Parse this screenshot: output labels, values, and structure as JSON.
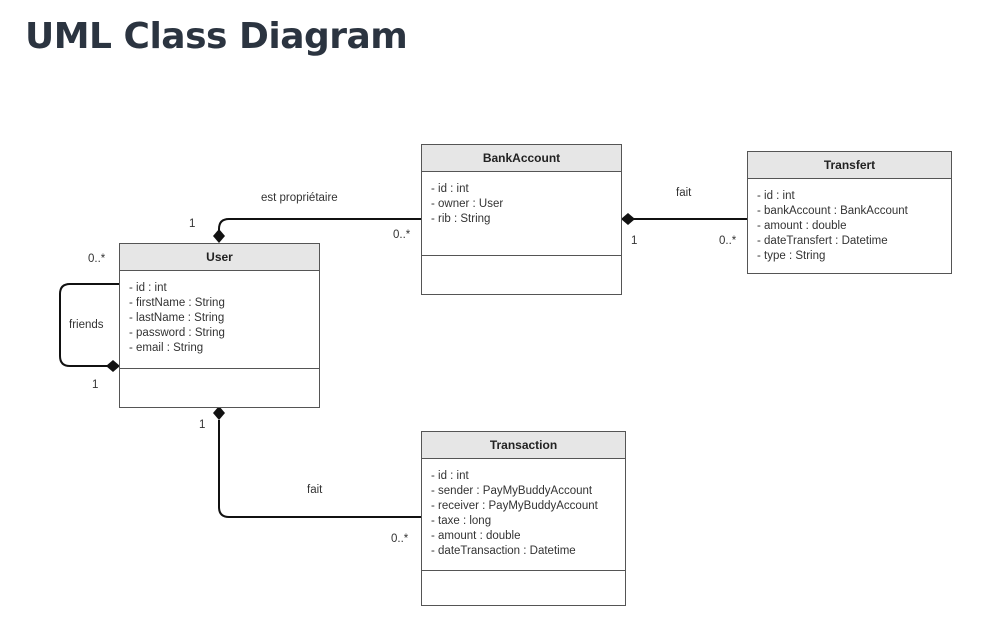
{
  "title": "UML Class Diagram",
  "classes": {
    "user": {
      "name": "User",
      "attributes": [
        "- id :  int",
        "- firstName : String",
        "- lastName : String",
        "- password : String",
        "- email : String"
      ]
    },
    "bank_account": {
      "name": "BankAccount",
      "attributes": [
        "- id : int",
        "- owner : User",
        "- rib : String"
      ]
    },
    "transfert": {
      "name": "Transfert",
      "attributes": [
        "- id : int",
        "- bankAccount : BankAccount",
        "- amount : double",
        "- dateTransfert : Datetime",
        "- type : String"
      ]
    },
    "transaction": {
      "name": "Transaction",
      "attributes": [
        "- id : int",
        "- sender : PayMyBuddyAccount",
        "- receiver : PayMyBuddyAccount",
        "- taxe : long",
        "- amount : double",
        "- dateTransaction : Datetime"
      ]
    }
  },
  "relations": {
    "user_bank_account": {
      "label": "est propriétaire",
      "user_multiplicity": "1",
      "bank_account_multiplicity": "0..*"
    },
    "bank_account_transfert": {
      "label": "fait",
      "bank_account_multiplicity": "1",
      "transfert_multiplicity": "0..*"
    },
    "user_friends": {
      "label": "friends",
      "top_multiplicity": "0..*",
      "bottom_multiplicity": "1"
    },
    "user_transaction": {
      "label": "fait",
      "user_multiplicity": "1",
      "transaction_multiplicity": "0..*"
    }
  },
  "colors": {
    "title": "#2b3440",
    "header_fill": "#e6e6e6",
    "line": "#111111"
  }
}
